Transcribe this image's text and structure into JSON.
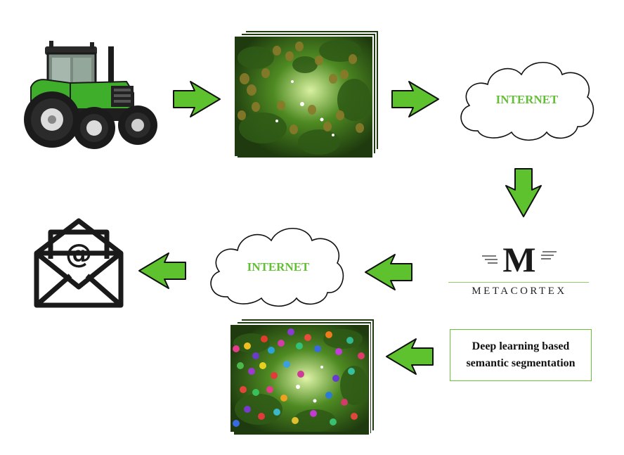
{
  "diagram": {
    "nodes": {
      "tractor": {
        "icon": "tractor-illustration"
      },
      "kiwi_photo": {
        "icon": "kiwifruit-canopy-photo-stack"
      },
      "cloud_top": {
        "label": "INTERNET"
      },
      "metacortex": {
        "logo_letter": "M",
        "name": "METACORTEX"
      },
      "segmentation_box": {
        "line1": "Deep learning based",
        "line2": "semantic segmentation"
      },
      "segmented_photo": {
        "icon": "segmented-kiwifruit-photo-stack"
      },
      "cloud_bottom": {
        "label": "INTERNET"
      },
      "email": {
        "icon": "email-envelope-icon"
      }
    },
    "edges": [
      [
        "tractor",
        "kiwi_photo"
      ],
      [
        "kiwi_photo",
        "cloud_top"
      ],
      [
        "cloud_top",
        "metacortex"
      ],
      [
        "segmentation_box",
        "segmented_photo"
      ],
      [
        "metacortex",
        "cloud_bottom"
      ],
      [
        "cloud_bottom",
        "email"
      ]
    ]
  },
  "colors": {
    "arrow_fill": "#5ec22f",
    "arrow_stroke": "#111111",
    "label_green": "#63bf35",
    "tractor_green": "#3fae2a",
    "rule_green": "#8fd06a"
  }
}
